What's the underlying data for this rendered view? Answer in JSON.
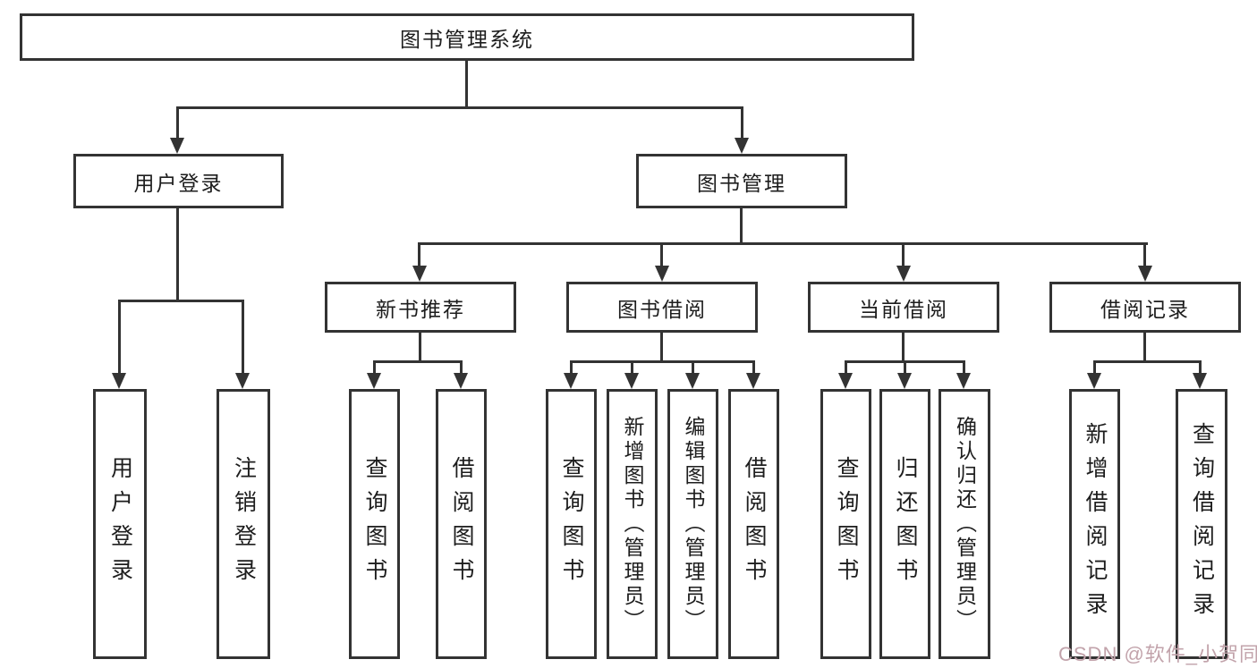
{
  "diagram_type": "hierarchy-tree",
  "colors": {
    "line": "#333333",
    "box_border": "#333333",
    "box_background": "#ffffff",
    "text": "#1d1d1d",
    "watermark": "#c2a3ab"
  },
  "tree": {
    "root": {
      "label": "图书管理系统",
      "children": [
        {
          "label": "用户登录",
          "children": [
            {
              "label": "用户登录"
            },
            {
              "label": "注销登录"
            }
          ]
        },
        {
          "label": "图书管理",
          "children": [
            {
              "label": "新书推荐",
              "children": [
                {
                  "label": "查询图书"
                },
                {
                  "label": "借阅图书"
                }
              ]
            },
            {
              "label": "图书借阅",
              "children": [
                {
                  "label": "查询图书"
                },
                {
                  "label": "新增图书（管理员）"
                },
                {
                  "label": "编辑图书（管理员）"
                },
                {
                  "label": "借阅图书"
                }
              ]
            },
            {
              "label": "当前借阅",
              "children": [
                {
                  "label": "查询图书"
                },
                {
                  "label": "归还图书"
                },
                {
                  "label": "确认归还（管理员）"
                }
              ]
            },
            {
              "label": "借阅记录",
              "children": [
                {
                  "label": "新增借阅记录"
                },
                {
                  "label": "查询借阅记录"
                }
              ]
            }
          ]
        }
      ]
    }
  },
  "watermark": {
    "text": "CSDN @软件_小贺同学"
  }
}
